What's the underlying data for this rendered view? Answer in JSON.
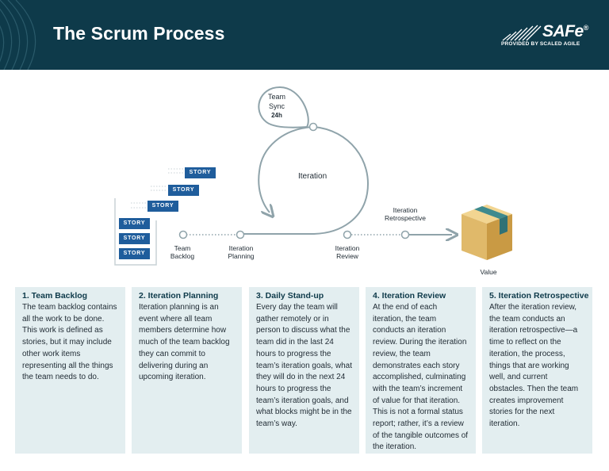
{
  "header": {
    "title": "The Scrum Process",
    "logo_word": "SAFe",
    "logo_reg": "®",
    "logo_sub": "PROVIDED BY SCALED AGILE",
    "bg_color": "#0e3a4a"
  },
  "diagram": {
    "team_sync": [
      "Team",
      "Sync",
      "24h"
    ],
    "iteration": "Iteration",
    "stories_label": "STORY",
    "stages": {
      "team_backlog": [
        "Team",
        "Backlog"
      ],
      "iteration_planning": [
        "Iteration",
        "Planning"
      ],
      "iteration_review": [
        "Iteration",
        "Review"
      ],
      "iteration_retrospective": [
        "Iteration",
        "Retrospective"
      ],
      "value": "Value"
    },
    "colors": {
      "line": "#8fa3aa",
      "story": "#1f5d9c",
      "box": "#e0b96a",
      "tape": "#3e8a8e"
    }
  },
  "cards": [
    {
      "title": "1. Team Backlog",
      "body": "The team backlog contains all the work to be done. This work is defined as stories, but it may include other work items representing all the things the team needs to do."
    },
    {
      "title": "2. Iteration Planning",
      "body": "Iteration planning is an event where all team members determine how much of the team backlog they can commit to delivering during an upcoming iteration."
    },
    {
      "title": "3. Daily Stand-up",
      "body": "Every day the team will gather remotely or in person to discuss what the team did in the last 24 hours to progress the team’s iteration goals, what they will do in the next 24 hours to progress the team’s iteration goals, and what blocks might be in the team’s way."
    },
    {
      "title": "4. Iteration Review",
      "body": "At the end of each iteration, the team conducts an iteration review. During the iteration review, the team demonstrates each story accomplished, culminating with the team’s increment of value for that iteration. This is not a formal status report; rather, it’s a review of the tangible outcomes of the iteration."
    },
    {
      "title": "5. Iteration Retrospective",
      "body": "After the iteration review, the team conducts an iteration retrospective—a time to reflect on the iteration, the process, things that are working well, and current obstacles. Then the team creates improvement stories for the next iteration."
    }
  ]
}
